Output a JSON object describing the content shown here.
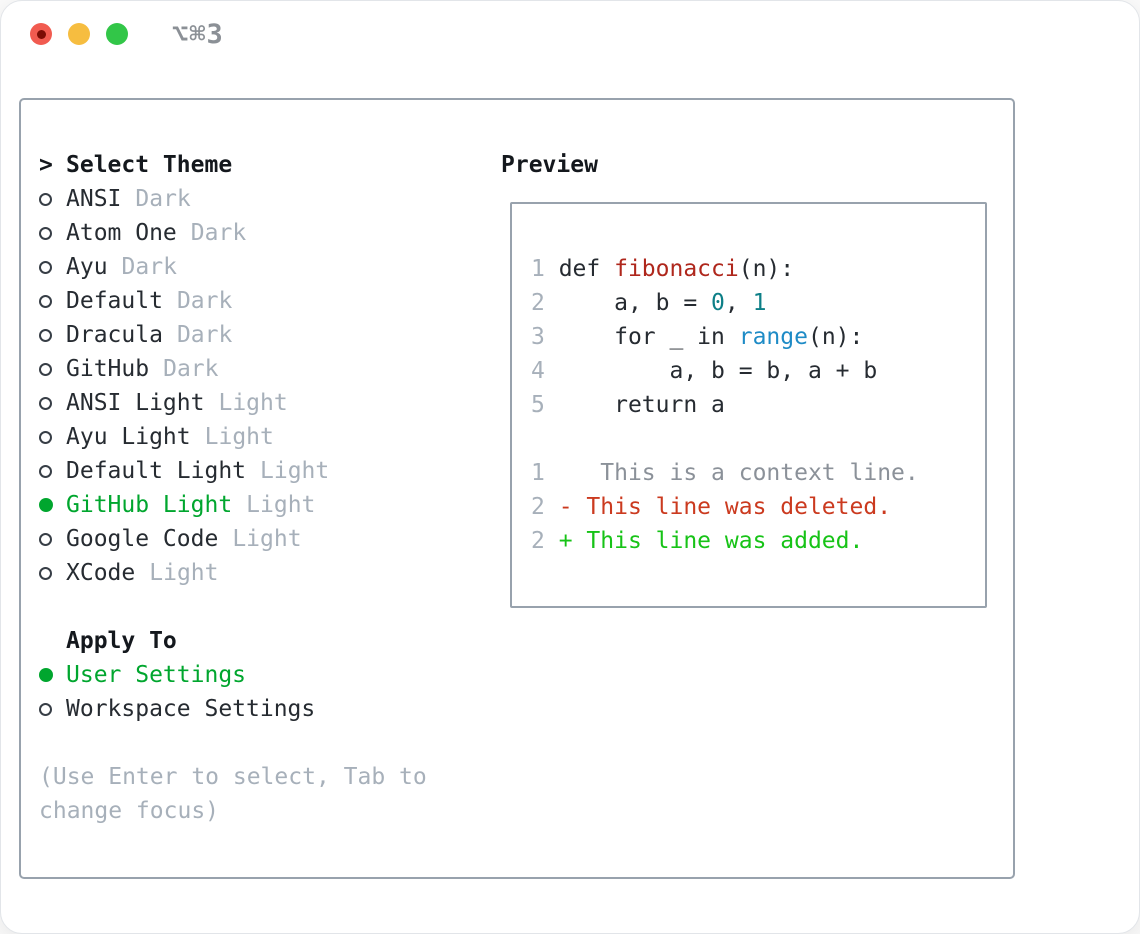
{
  "window": {
    "title": "⌥⌘3"
  },
  "traffic_lights": {
    "close_color": "#f15b50",
    "close_dot_color": "#7c0d05",
    "minimize_color": "#f6bd40",
    "maximize_color": "#32c648"
  },
  "colors": {
    "sel_green": "#00a62e",
    "added_green": "#17c317",
    "deleted_red": "#cb3a1f",
    "function_red": "#af271c",
    "number_teal": "#0d7f87",
    "builtin_blue": "#1e8bc6",
    "code_dark": "#262b31",
    "context_gray": "#8b9199",
    "muted_gray": "#a7b0ba",
    "border_gray": "#98a2ad"
  },
  "theme_picker": {
    "prompt": ">",
    "heading": "Select Theme",
    "items": [
      {
        "name": "ANSI",
        "tag": "Dark",
        "selected": false
      },
      {
        "name": "Atom One",
        "tag": "Dark",
        "selected": false
      },
      {
        "name": "Ayu",
        "tag": "Dark",
        "selected": false
      },
      {
        "name": "Default",
        "tag": "Dark",
        "selected": false
      },
      {
        "name": "Dracula",
        "tag": "Dark",
        "selected": false
      },
      {
        "name": "GitHub",
        "tag": "Dark",
        "selected": false
      },
      {
        "name": "ANSI Light",
        "tag": "Light",
        "selected": false
      },
      {
        "name": "Ayu Light",
        "tag": "Light",
        "selected": false
      },
      {
        "name": "Default Light",
        "tag": "Light",
        "selected": false
      },
      {
        "name": "GitHub Light",
        "tag": "Light",
        "selected": true
      },
      {
        "name": "Google Code",
        "tag": "Light",
        "selected": false
      },
      {
        "name": "XCode",
        "tag": "Light",
        "selected": false
      }
    ],
    "apply_heading": "Apply To",
    "apply_items": [
      {
        "name": "User Settings",
        "selected": true
      },
      {
        "name": "Workspace Settings",
        "selected": false
      }
    ],
    "hint": "(Use Enter to select, Tab to change focus)"
  },
  "preview": {
    "heading": "Preview",
    "lines": [
      {
        "num": "1",
        "segments": [
          {
            "text": "def ",
            "color": "code"
          },
          {
            "text": "fibonacci",
            "color": "function"
          },
          {
            "text": "(n):",
            "color": "code"
          }
        ]
      },
      {
        "num": "2",
        "segments": [
          {
            "text": "    a, b = ",
            "color": "code"
          },
          {
            "text": "0",
            "color": "number"
          },
          {
            "text": ", ",
            "color": "code"
          },
          {
            "text": "1",
            "color": "number"
          }
        ]
      },
      {
        "num": "3",
        "segments": [
          {
            "text": "    for _ in ",
            "color": "code"
          },
          {
            "text": "range",
            "color": "builtin"
          },
          {
            "text": "(n):",
            "color": "code"
          }
        ]
      },
      {
        "num": "4",
        "segments": [
          {
            "text": "        a, b = b, a + b",
            "color": "code"
          }
        ]
      },
      {
        "num": "5",
        "segments": [
          {
            "text": "    return a",
            "color": "code"
          }
        ]
      },
      {
        "num": "",
        "segments": []
      },
      {
        "num": "1",
        "segments": [
          {
            "text": "   This is a context line.",
            "color": "context"
          }
        ]
      },
      {
        "num": "2",
        "segments": [
          {
            "text": "- This line was deleted.",
            "color": "deleted"
          }
        ]
      },
      {
        "num": "2",
        "segments": [
          {
            "text": "+ This line was added.",
            "color": "added"
          }
        ]
      }
    ]
  }
}
